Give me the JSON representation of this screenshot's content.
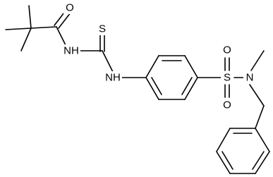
{
  "molecule": {
    "atom_labels": {
      "amide_oxygen": "O",
      "amide_nh": "NH",
      "thio_sulfur": "S",
      "aryl_nh": "NH",
      "sulfonyl_sulfur": "S",
      "sulfonyl_oxygen_top": "O",
      "sulfonyl_oxygen_bottom": "O",
      "sulfonamide_nitrogen": "N"
    }
  }
}
